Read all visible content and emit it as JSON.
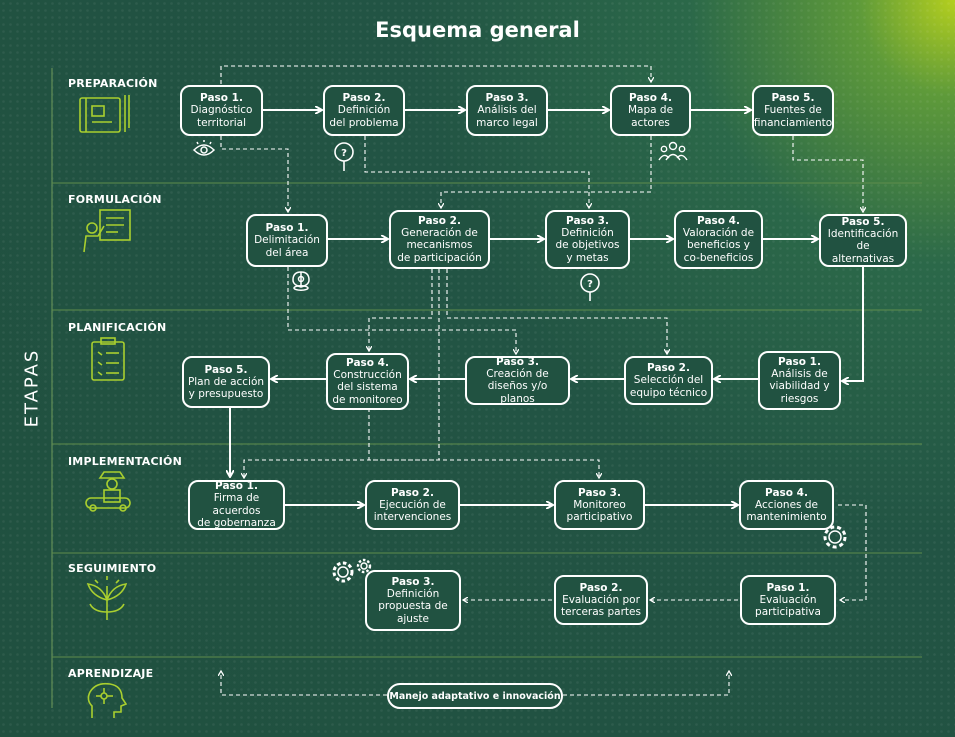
{
  "title": "Esquema general",
  "side_label": "ETAPAS",
  "colors": {
    "accent": "#a9cf2f",
    "line": "#ffffff",
    "box": "#215241"
  },
  "stages": [
    {
      "label": "PREPARACIÓN",
      "icon": "blueprint-tools-icon"
    },
    {
      "label": "FORMULACIÓN",
      "icon": "presenter-board-icon"
    },
    {
      "label": "PLANIFICACIÓN",
      "icon": "checklist-clipboard-icon"
    },
    {
      "label": "IMPLEMENTACIÓN",
      "icon": "worker-machine-icon"
    },
    {
      "label": "SEGUIMIENTO",
      "icon": "plant-growth-icon"
    },
    {
      "label": "APRENDIZAJE",
      "icon": "head-network-icon"
    }
  ],
  "steps": {
    "prep": [
      {
        "n": "Paso 1.",
        "t": "Diagnóstico\nterritorial"
      },
      {
        "n": "Paso 2.",
        "t": "Definición\ndel problema"
      },
      {
        "n": "Paso 3.",
        "t": "Análisis del\nmarco legal"
      },
      {
        "n": "Paso 4.",
        "t": "Mapa de\nactores"
      },
      {
        "n": "Paso 5.",
        "t": "Fuentes de\nfinanciamiento"
      }
    ],
    "form": [
      {
        "n": "Paso 1.",
        "t": "Delimitación\ndel área"
      },
      {
        "n": "Paso 2.",
        "t": "Generación de\nmecanismos\nde participación"
      },
      {
        "n": "Paso 3.",
        "t": "Definición\nde objetivos\ny metas"
      },
      {
        "n": "Paso 4.",
        "t": "Valoración de\nbeneficios y\nco-beneficios"
      },
      {
        "n": "Paso 5.",
        "t": "Identificación\nde alternativas"
      }
    ],
    "plan": [
      {
        "n": "Paso 1.",
        "t": "Análisis de\nviabilidad y\nriesgos"
      },
      {
        "n": "Paso 2.",
        "t": "Selección del\nequipo técnico"
      },
      {
        "n": "Paso 3.",
        "t": "Creación de\ndiseños y/o planos"
      },
      {
        "n": "Paso 4.",
        "t": "Construcción\ndel sistema\nde monitoreo"
      },
      {
        "n": "Paso 5.",
        "t": "Plan de acción\ny presupuesto"
      }
    ],
    "impl": [
      {
        "n": "Paso 1.",
        "t": "Firma de acuerdos\nde gobernanza"
      },
      {
        "n": "Paso 2.",
        "t": "Ejecución de\nintervenciones"
      },
      {
        "n": "Paso 3.",
        "t": "Monitoreo\nparticipativo"
      },
      {
        "n": "Paso 4.",
        "t": "Acciones de\nmantenimiento"
      }
    ],
    "seg": [
      {
        "n": "Paso 1.",
        "t": "Evaluación\nparticipativa"
      },
      {
        "n": "Paso 2.",
        "t": "Evaluación por\nterceras partes"
      },
      {
        "n": "Paso 3.",
        "t": "Definición\npropuesta de\najuste"
      }
    ]
  },
  "learning_label": "Manejo adaptativo e innovación"
}
